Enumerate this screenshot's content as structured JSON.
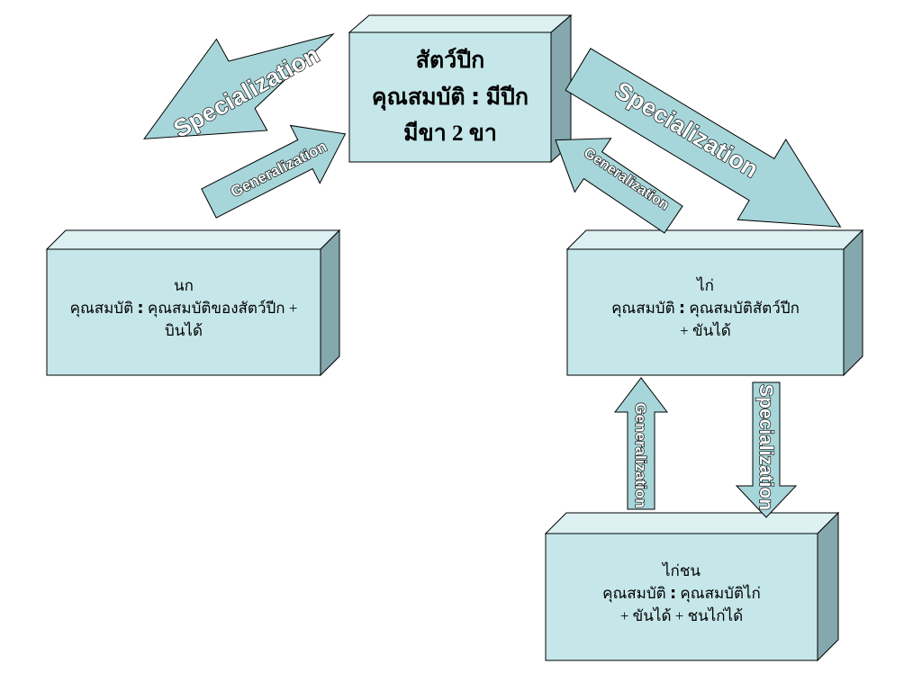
{
  "colors": {
    "box_front": "#c6e7ea",
    "box_top": "#ddf1f3",
    "box_side": "#84a8ae",
    "arrow_fill": "#a7d6da",
    "outline": "#000000"
  },
  "boxes": {
    "top": {
      "title": "สัตว์ปีก",
      "attr_label": "คุณสมบัติ",
      "colon": ":",
      "attr_value": "มีปีก",
      "line3": "มีขา 2 ขา"
    },
    "left": {
      "title": "นก",
      "attr_label": "คุณสมบัติ",
      "colon": ":",
      "attr_value": "คุณสมบัติของสัตว์ปีก +",
      "line3": "บินได้"
    },
    "right": {
      "title": "ไก่",
      "attr_label": "คุณสมบัติ",
      "colon": ":",
      "attr_value": "คุณสมบัติสัตว์ปีก",
      "line3": "+ ขันได้"
    },
    "bottom": {
      "title": "ไก่ชน",
      "attr_label": "คุณสมบัติ",
      "colon": ":",
      "attr_value": "คุณสมบัติไก่",
      "line3": "+ ขันได้ + ชนไก่ได้"
    }
  },
  "arrows": {
    "specialization_left": "Specialization",
    "generalization_left": "Generalization",
    "specialization_right": "Specialization",
    "generalization_right": "Generalization",
    "generalization_vertical": "Generalization",
    "specialization_vertical": "Specialization"
  }
}
